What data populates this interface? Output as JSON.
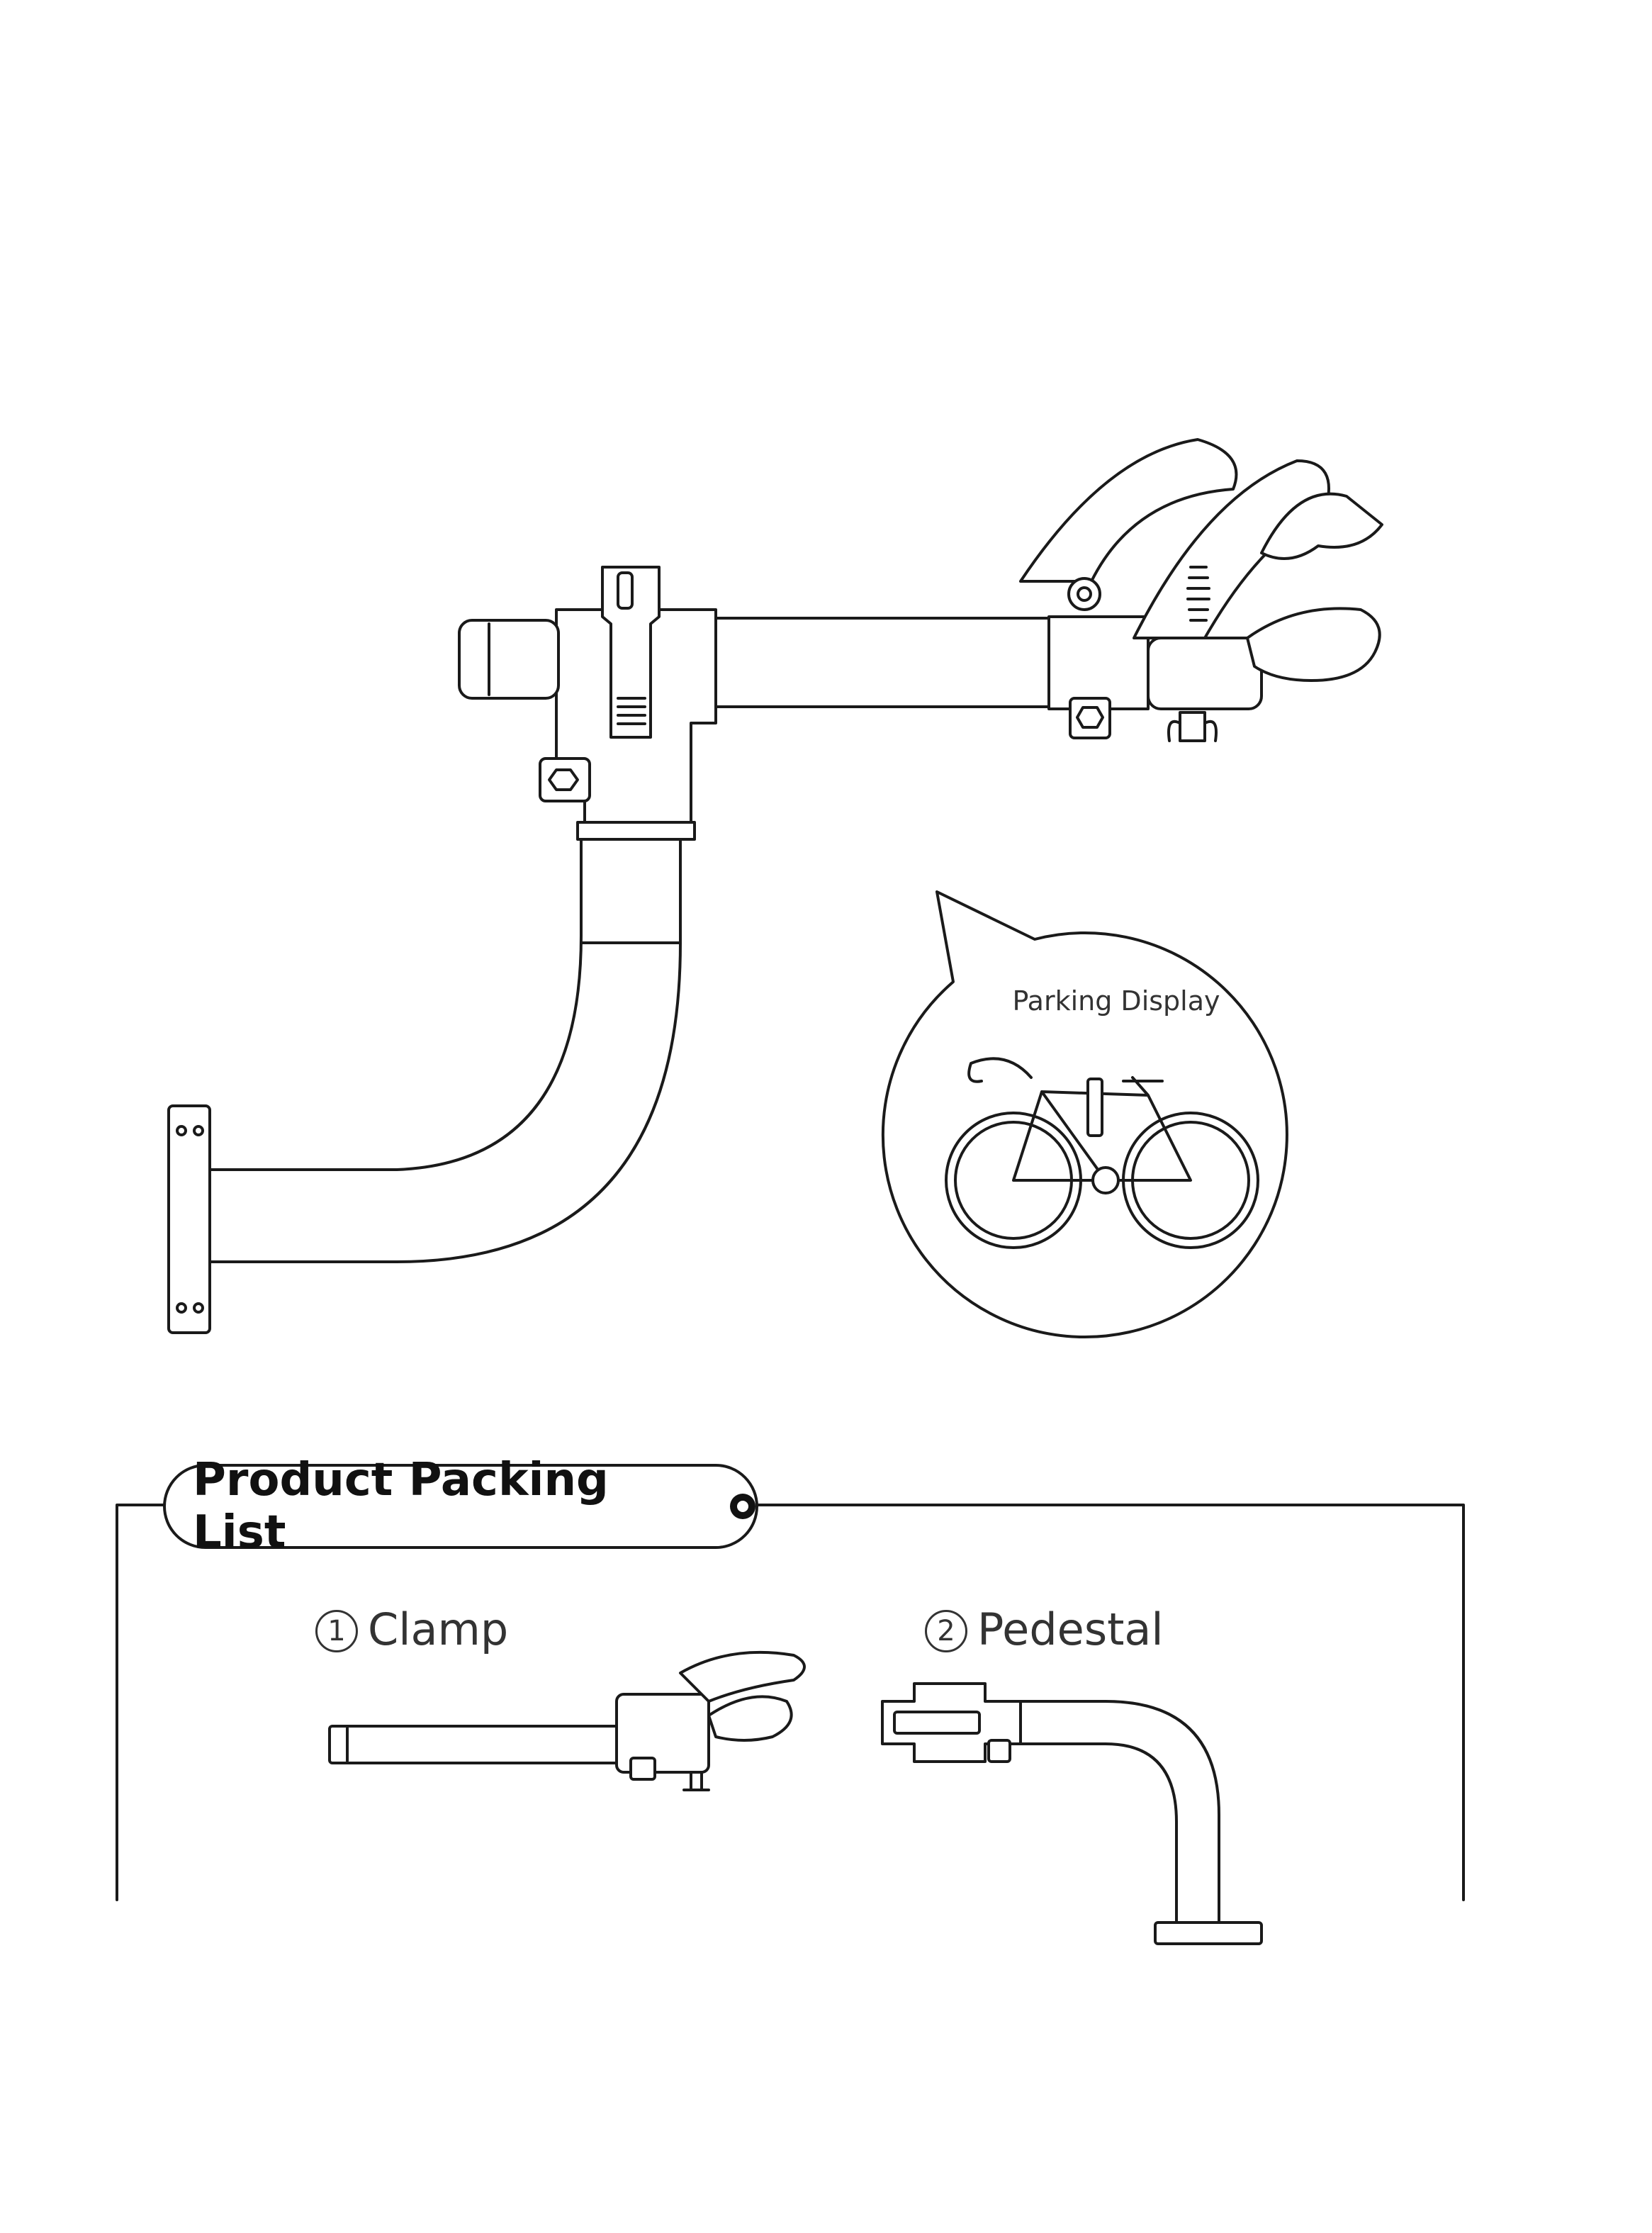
{
  "callout": {
    "title": "Parking Display"
  },
  "packing_list": {
    "title": "Product Packing List",
    "items": [
      {
        "number": "1",
        "label": "Clamp"
      },
      {
        "number": "2",
        "label": "Pedestal"
      }
    ]
  },
  "colors": {
    "line": "#1a1a1a",
    "background": "#ffffff",
    "text": "#333333"
  }
}
